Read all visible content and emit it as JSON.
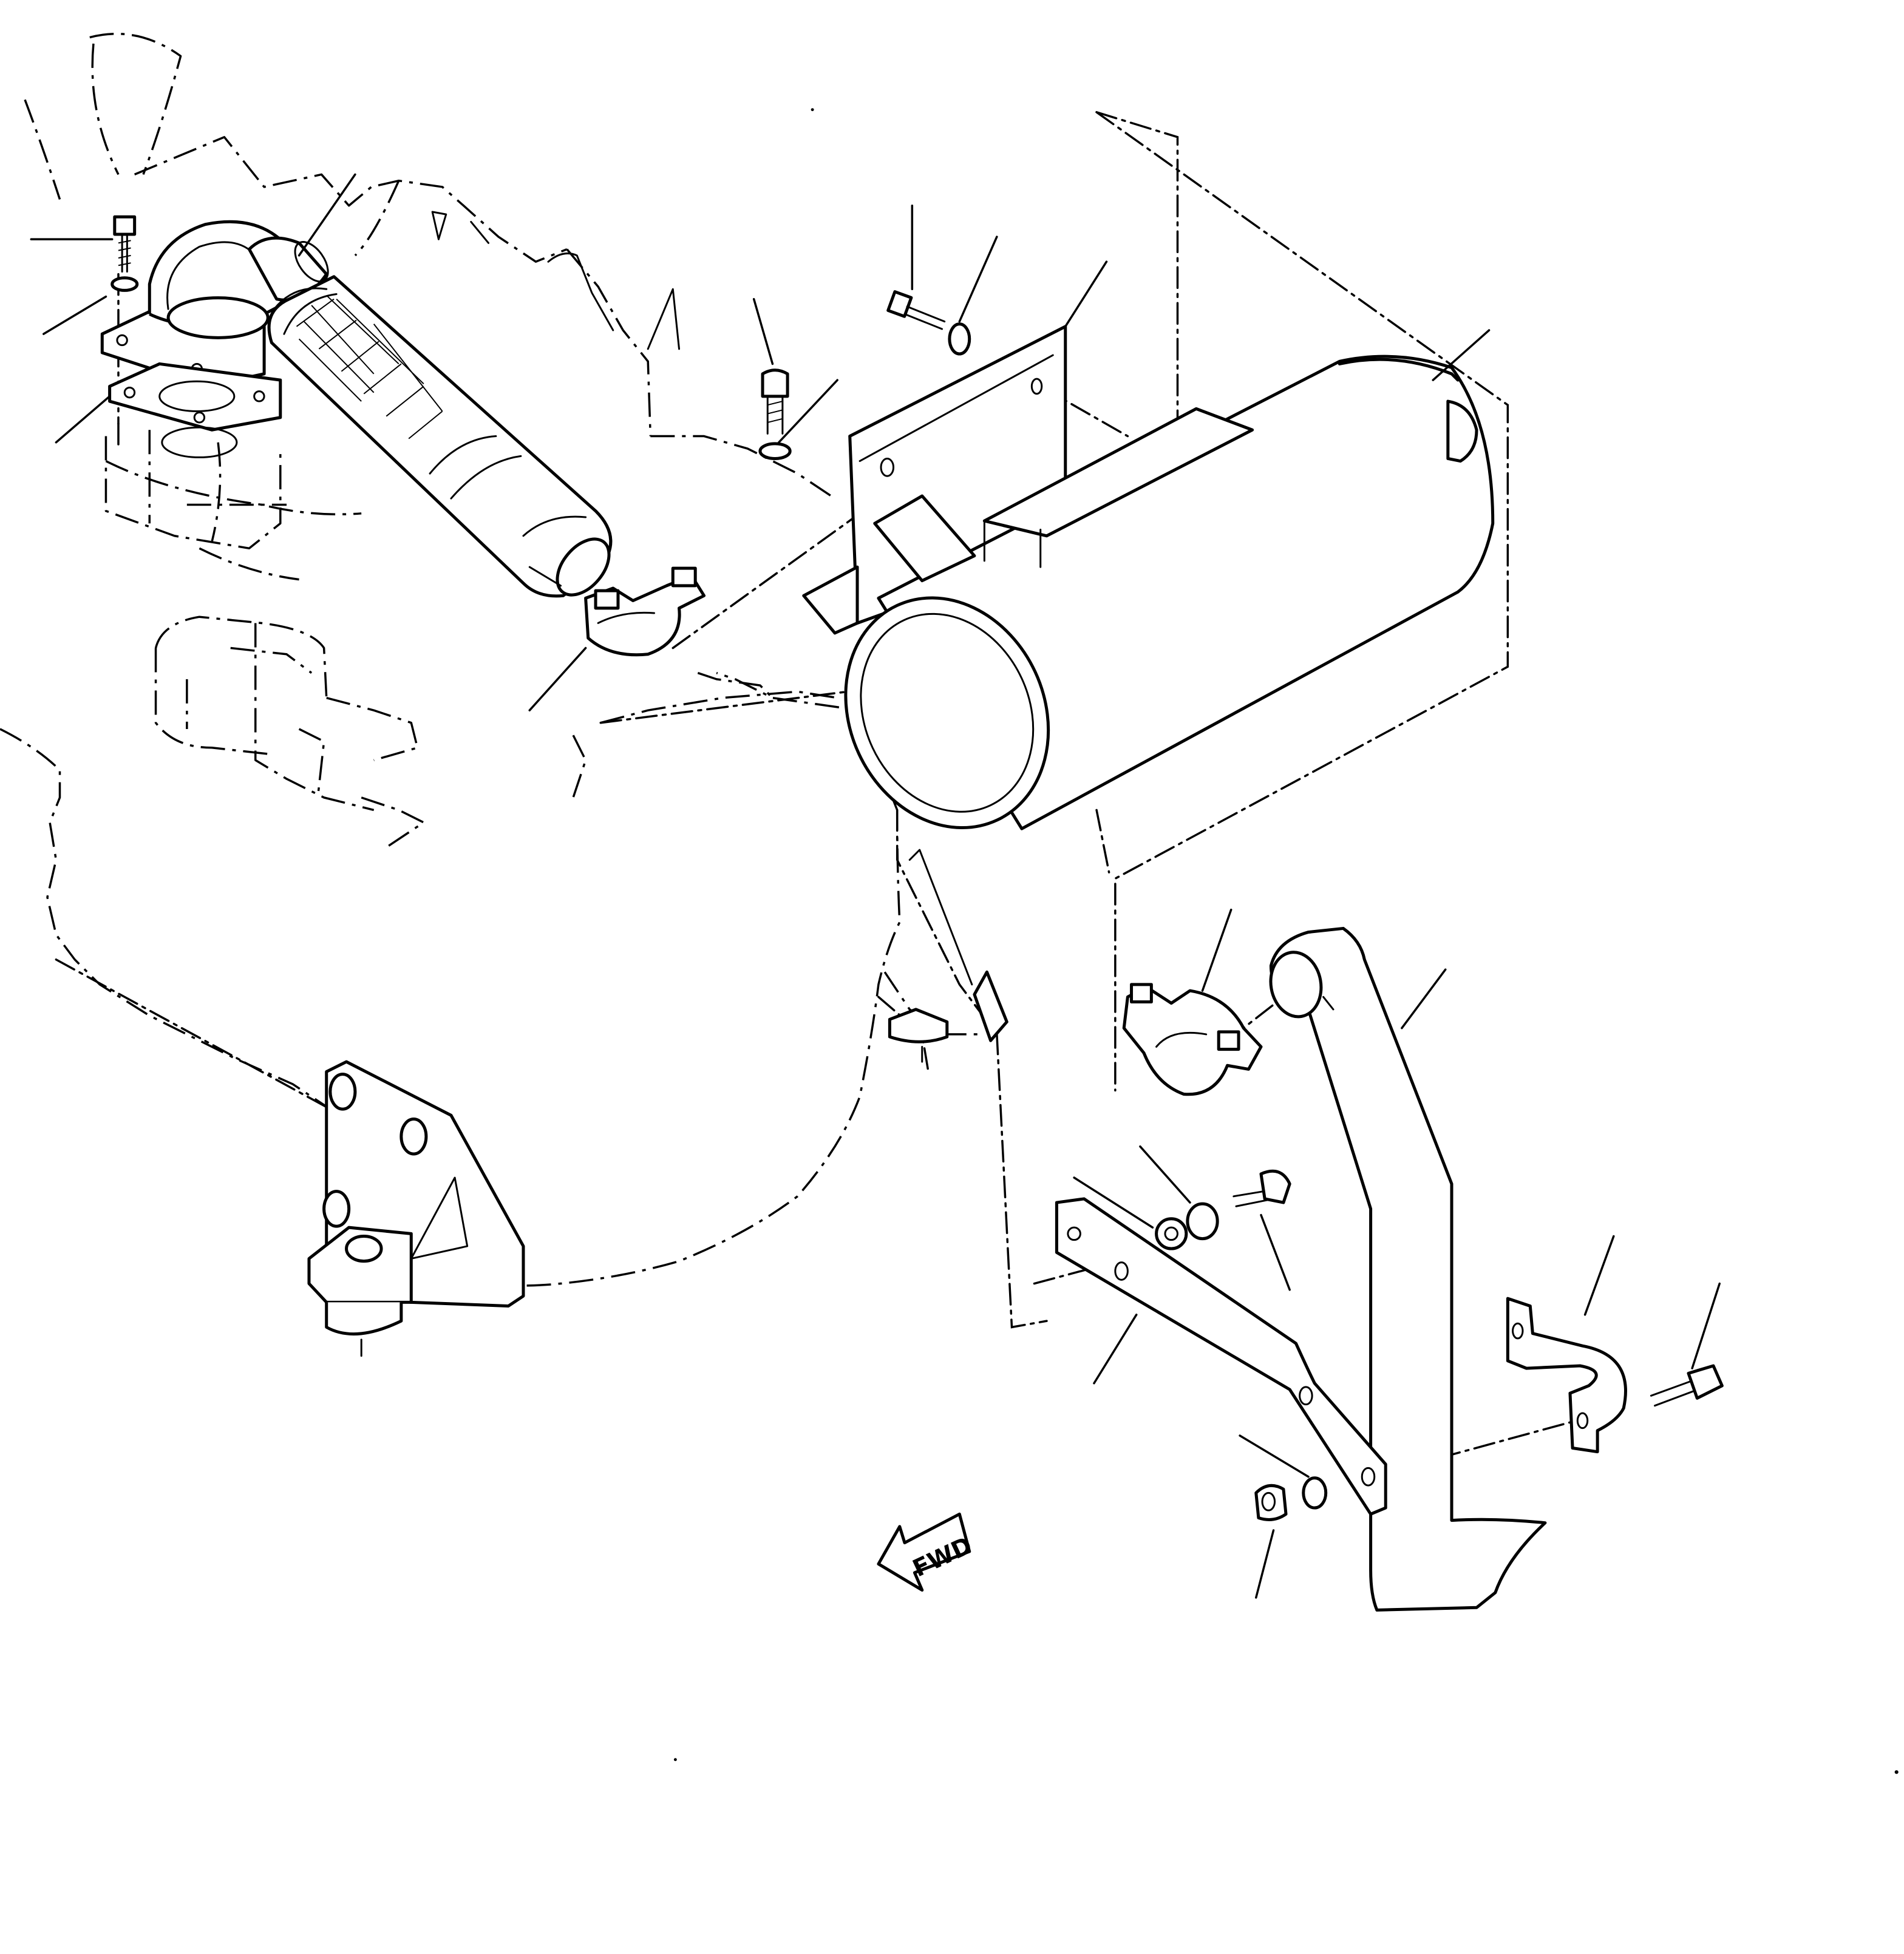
{
  "figure": {
    "fwd_label": "FWD",
    "callout_numbers": []
  },
  "parts": [
    {
      "name": "exhaust-elbow"
    },
    {
      "name": "flex-pipe"
    },
    {
      "name": "muffler"
    },
    {
      "name": "muffler-mount-bracket"
    },
    {
      "name": "tail-pipe"
    },
    {
      "name": "clamp"
    },
    {
      "name": "support-strap"
    },
    {
      "name": "u-clamp"
    },
    {
      "name": "engine-mount"
    }
  ],
  "colors": {
    "ink": "#000000",
    "paper": "#ffffff"
  }
}
